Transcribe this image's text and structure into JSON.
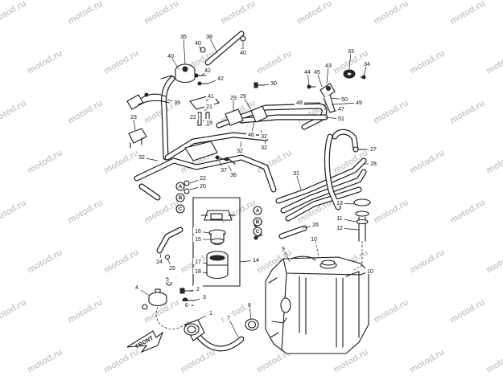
{
  "watermark": "motod.ru",
  "front_label": "FRONT",
  "circle_letters": [
    "A",
    "B",
    "C",
    "A",
    "B",
    "C"
  ],
  "callouts": [
    {
      "id": "c1",
      "text": "1"
    },
    {
      "id": "c2",
      "text": "2"
    },
    {
      "id": "c3",
      "text": "3"
    },
    {
      "id": "c4",
      "text": "4"
    },
    {
      "id": "c5",
      "text": "5"
    },
    {
      "id": "c6",
      "text": "6"
    },
    {
      "id": "c7",
      "text": "7"
    },
    {
      "id": "c8",
      "text": "8"
    },
    {
      "id": "c9",
      "text": "9"
    },
    {
      "id": "c10a",
      "text": "10"
    },
    {
      "id": "c10b",
      "text": "10"
    },
    {
      "id": "c11",
      "text": "11"
    },
    {
      "id": "c12",
      "text": "12"
    },
    {
      "id": "c13",
      "text": "13"
    },
    {
      "id": "c14",
      "text": "14"
    },
    {
      "id": "c15",
      "text": "15"
    },
    {
      "id": "c16",
      "text": "16"
    },
    {
      "id": "c17",
      "text": "17"
    },
    {
      "id": "c18",
      "text": "18"
    },
    {
      "id": "c19",
      "text": "19"
    },
    {
      "id": "c20",
      "text": "20"
    },
    {
      "id": "c21",
      "text": "21"
    },
    {
      "id": "c22a",
      "text": "22"
    },
    {
      "id": "c22b",
      "text": "22"
    },
    {
      "id": "c23",
      "text": "23"
    },
    {
      "id": "c24",
      "text": "24"
    },
    {
      "id": "c25",
      "text": "25"
    },
    {
      "id": "c26",
      "text": "26"
    },
    {
      "id": "c27",
      "text": "27"
    },
    {
      "id": "c28",
      "text": "28"
    },
    {
      "id": "c29a",
      "text": "29"
    },
    {
      "id": "c29b",
      "text": "29"
    },
    {
      "id": "c30",
      "text": "30"
    },
    {
      "id": "c31",
      "text": "31"
    },
    {
      "id": "c32a",
      "text": "32"
    },
    {
      "id": "c32b",
      "text": "32"
    },
    {
      "id": "c32c",
      "text": "32"
    },
    {
      "id": "c32d",
      "text": "32"
    },
    {
      "id": "c33",
      "text": "33"
    },
    {
      "id": "c34",
      "text": "34"
    },
    {
      "id": "c35",
      "text": "35"
    },
    {
      "id": "c36",
      "text": "36"
    },
    {
      "id": "c37",
      "text": "37"
    },
    {
      "id": "c38",
      "text": "38"
    },
    {
      "id": "c39",
      "text": "39"
    },
    {
      "id": "c40a",
      "text": "40"
    },
    {
      "id": "c40b",
      "text": "40"
    },
    {
      "id": "c40c",
      "text": "40"
    },
    {
      "id": "c41",
      "text": "41"
    },
    {
      "id": "c42a",
      "text": "42"
    },
    {
      "id": "c42b",
      "text": "42"
    },
    {
      "id": "c43",
      "text": "43"
    },
    {
      "id": "c44",
      "text": "44"
    },
    {
      "id": "c45",
      "text": "45"
    },
    {
      "id": "c46",
      "text": "46"
    },
    {
      "id": "c47",
      "text": "47"
    },
    {
      "id": "c48",
      "text": "48"
    },
    {
      "id": "c49",
      "text": "49"
    },
    {
      "id": "c50",
      "text": "50"
    },
    {
      "id": "c51",
      "text": "51"
    }
  ]
}
